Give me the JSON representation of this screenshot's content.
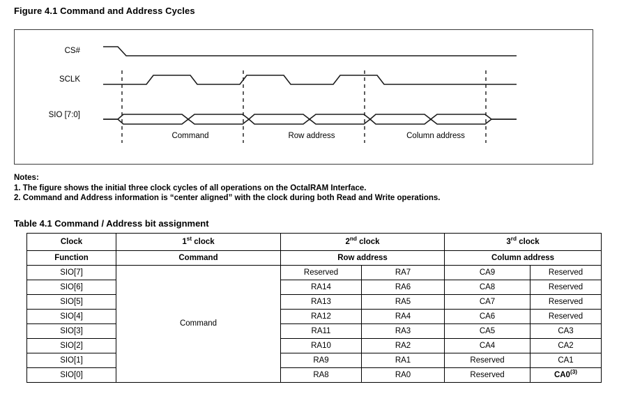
{
  "figure": {
    "title": "Figure 4.1 Command and Address Cycles",
    "signals": [
      {
        "name": "CS#"
      },
      {
        "name": "SCLK"
      },
      {
        "name": "SIO [7:0]"
      }
    ],
    "cycle_labels": [
      "Command",
      "Row address",
      "Column address"
    ],
    "line_color": "#1a1a1a",
    "border_color": "#3a3a3a"
  },
  "notes": {
    "heading": "Notes:",
    "items": [
      "1. The figure shows the initial three clock cycles of all operations on the OctalRAM Interface.",
      "2. Command and Address information is “center aligned” with the clock during both Read and Write operations."
    ]
  },
  "table": {
    "title": "Table 4.1 Command / Address bit assignment",
    "header_clock": {
      "label": "Clock",
      "cols": [
        {
          "ordinal": "1",
          "suffix": "st",
          "rest": " clock"
        },
        {
          "ordinal": "2",
          "suffix": "nd",
          "rest": " clock"
        },
        {
          "ordinal": "3",
          "suffix": "rd",
          "rest": " clock"
        }
      ]
    },
    "header_function": {
      "label": "Function",
      "values": [
        "Command",
        "Row address",
        "Column address"
      ]
    },
    "command_cell": "Command",
    "rows": [
      {
        "sio": "SIO[7]",
        "c1": "Reserved",
        "c2": "RA7",
        "c3": "CA9",
        "c4": "Reserved"
      },
      {
        "sio": "SIO[6]",
        "c1": "RA14",
        "c2": "RA6",
        "c3": "CA8",
        "c4": "Reserved"
      },
      {
        "sio": "SIO[5]",
        "c1": "RA13",
        "c2": "RA5",
        "c3": "CA7",
        "c4": "Reserved"
      },
      {
        "sio": "SIO[4]",
        "c1": "RA12",
        "c2": "RA4",
        "c3": "CA6",
        "c4": "Reserved"
      },
      {
        "sio": "SIO[3]",
        "c1": "RA11",
        "c2": "RA3",
        "c3": "CA5",
        "c4": "CA3"
      },
      {
        "sio": "SIO[2]",
        "c1": "RA10",
        "c2": "RA2",
        "c3": "CA4",
        "c4": "CA2"
      },
      {
        "sio": "SIO[1]",
        "c1": "RA9",
        "c2": "RA1",
        "c3": "Reserved",
        "c4": "CA1"
      },
      {
        "sio": "SIO[0]",
        "c1": "RA8",
        "c2": "RA0",
        "c3": "Reserved",
        "c4": "CA0",
        "c4_bold": true,
        "c4_sup": "(3)"
      }
    ]
  }
}
